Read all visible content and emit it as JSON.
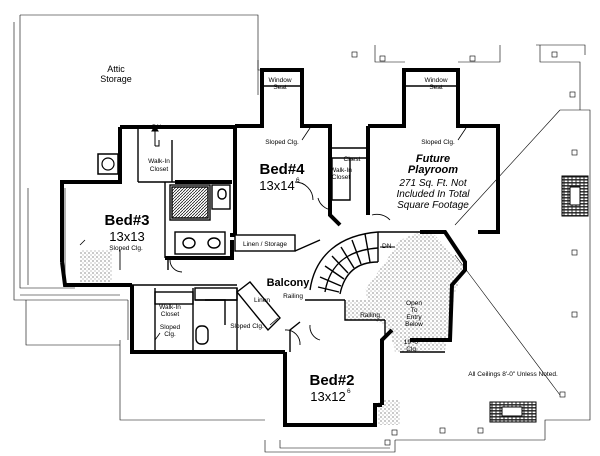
{
  "labels": {
    "attic_storage_1": "Attic",
    "attic_storage_2": "Storage",
    "window_seat_left_1": "Window",
    "window_seat_left_2": "Seat",
    "window_seat_right_1": "Window",
    "window_seat_right_2": "Seat",
    "dn_top": "DN",
    "sloped_clg_bed4": "Sloped Clg.",
    "sloped_clg_playroom": "Sloped Clg.",
    "walkin_closet_left_1": "Walk-In",
    "walkin_closet_left_2": "Closet",
    "chest": "Chest",
    "walkin_closet_mid_1": "Walk-In",
    "walkin_closet_mid_2": "Closet",
    "bed4_name": "Bed#4",
    "bed4_size": "13x14",
    "bed4_size_sup": "6",
    "playroom_1": "Future",
    "playroom_2": "Playroom",
    "playroom_3": "271 Sq. Ft. Not",
    "playroom_4": "Included In Total",
    "playroom_5": "Square Footage",
    "bed3_name": "Bed#3",
    "bed3_size": "13x13",
    "bed3_sloped": "Sloped Clg.",
    "linen_storage": "Linen / Storage",
    "dn_stair": "DN",
    "balcony": "Balcony",
    "railing_1": "Railing",
    "linen": "Linen",
    "walkin_closet_lower_1": "Walk-In",
    "walkin_closet_lower_2": "Closet",
    "sloped_clg_lower_left_1": "Sloped",
    "sloped_clg_lower_left_2": "Clg.",
    "sloped_clg_lower": "Sloped Clg.",
    "railing_2": "Railing",
    "open_1": "Open",
    "open_2": "To",
    "open_3": "Entry",
    "open_4": "Below",
    "open_clg_1": "19'-0\"",
    "open_clg_2": "Clg.",
    "bed2_name": "Bed#2",
    "bed2_size": "13x12",
    "bed2_size_sup": "6",
    "ceiling_note": "All Ceilings 8'-0\" Unless Noted."
  }
}
